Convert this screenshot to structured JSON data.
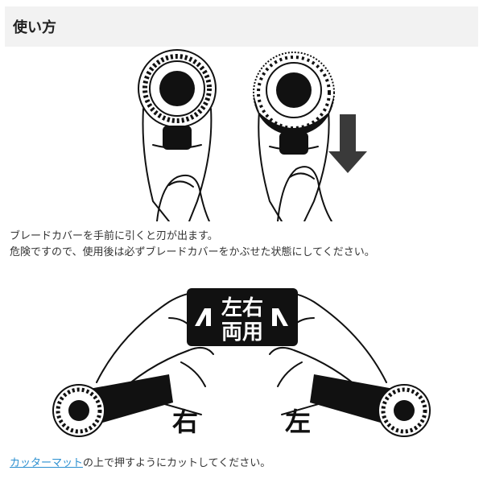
{
  "header": {
    "title": "使い方"
  },
  "section1": {
    "line1": "ブレードカバーを手前に引くと刃が出ます。",
    "line2": "危険ですので、使用後は必ずブレードカバーをかぶせた状態にしてください。"
  },
  "badge": {
    "line1": "左右",
    "line2": "両用"
  },
  "hand_labels": {
    "right": "右",
    "left": "左"
  },
  "section2": {
    "link_text": "カッターマット",
    "rest_text": "の上で押すようにカットしてください。"
  }
}
